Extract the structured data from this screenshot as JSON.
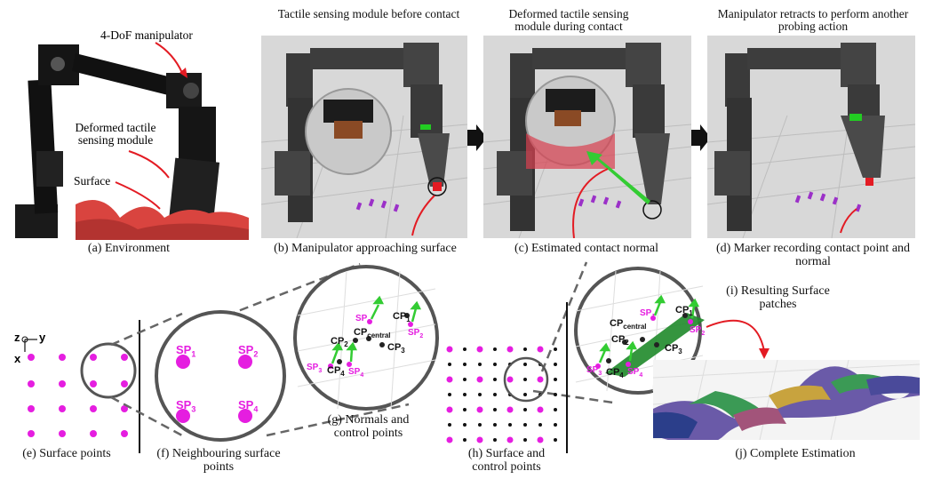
{
  "top": {
    "panel_a": {
      "callout_manipulator": "4-DoF manipulator",
      "callout_deformed": "Deformed tactile sensing module",
      "callout_surface": "Surface",
      "caption": "(a) Environment"
    },
    "panel_b": {
      "header": "Tactile sensing module before contact",
      "caption": "(b) Manipulator approaching surface"
    },
    "panel_c": {
      "header": "Deformed tactile sensing module during contact",
      "caption": "(c) Estimated contact normal"
    },
    "panel_d": {
      "header": "Manipulator retracts to perform another probing action",
      "caption": "(d) Marker recording contact point and normal"
    }
  },
  "bottom": {
    "axes": {
      "z": "z",
      "y": "y",
      "x": "x"
    },
    "sp": {
      "sp1": "SP",
      "sp2": "SP",
      "sp3": "SP",
      "sp4": "SP",
      "s1": "1",
      "s2": "2",
      "s3": "3",
      "s4": "4"
    },
    "cp": {
      "cp1": "CP",
      "cp2": "CP",
      "cp3": "CP",
      "cp4": "CP",
      "central": "central",
      "s1": "1",
      "s2": "2",
      "s3": "3",
      "s4": "4"
    },
    "captions": {
      "e": "(e) Surface points",
      "f": "(f) Neighbouring surface points",
      "g": "(g) Normals and control points",
      "h": "(h) Surface and control points",
      "i": "(i) Resulting Surface patches",
      "j": "(j) Complete Estimation"
    }
  },
  "colors": {
    "magenta": "#e51ee0",
    "green": "#33cc33",
    "red": "#e31b23",
    "purple": "#9b30c8",
    "circle_stroke": "#555555"
  }
}
